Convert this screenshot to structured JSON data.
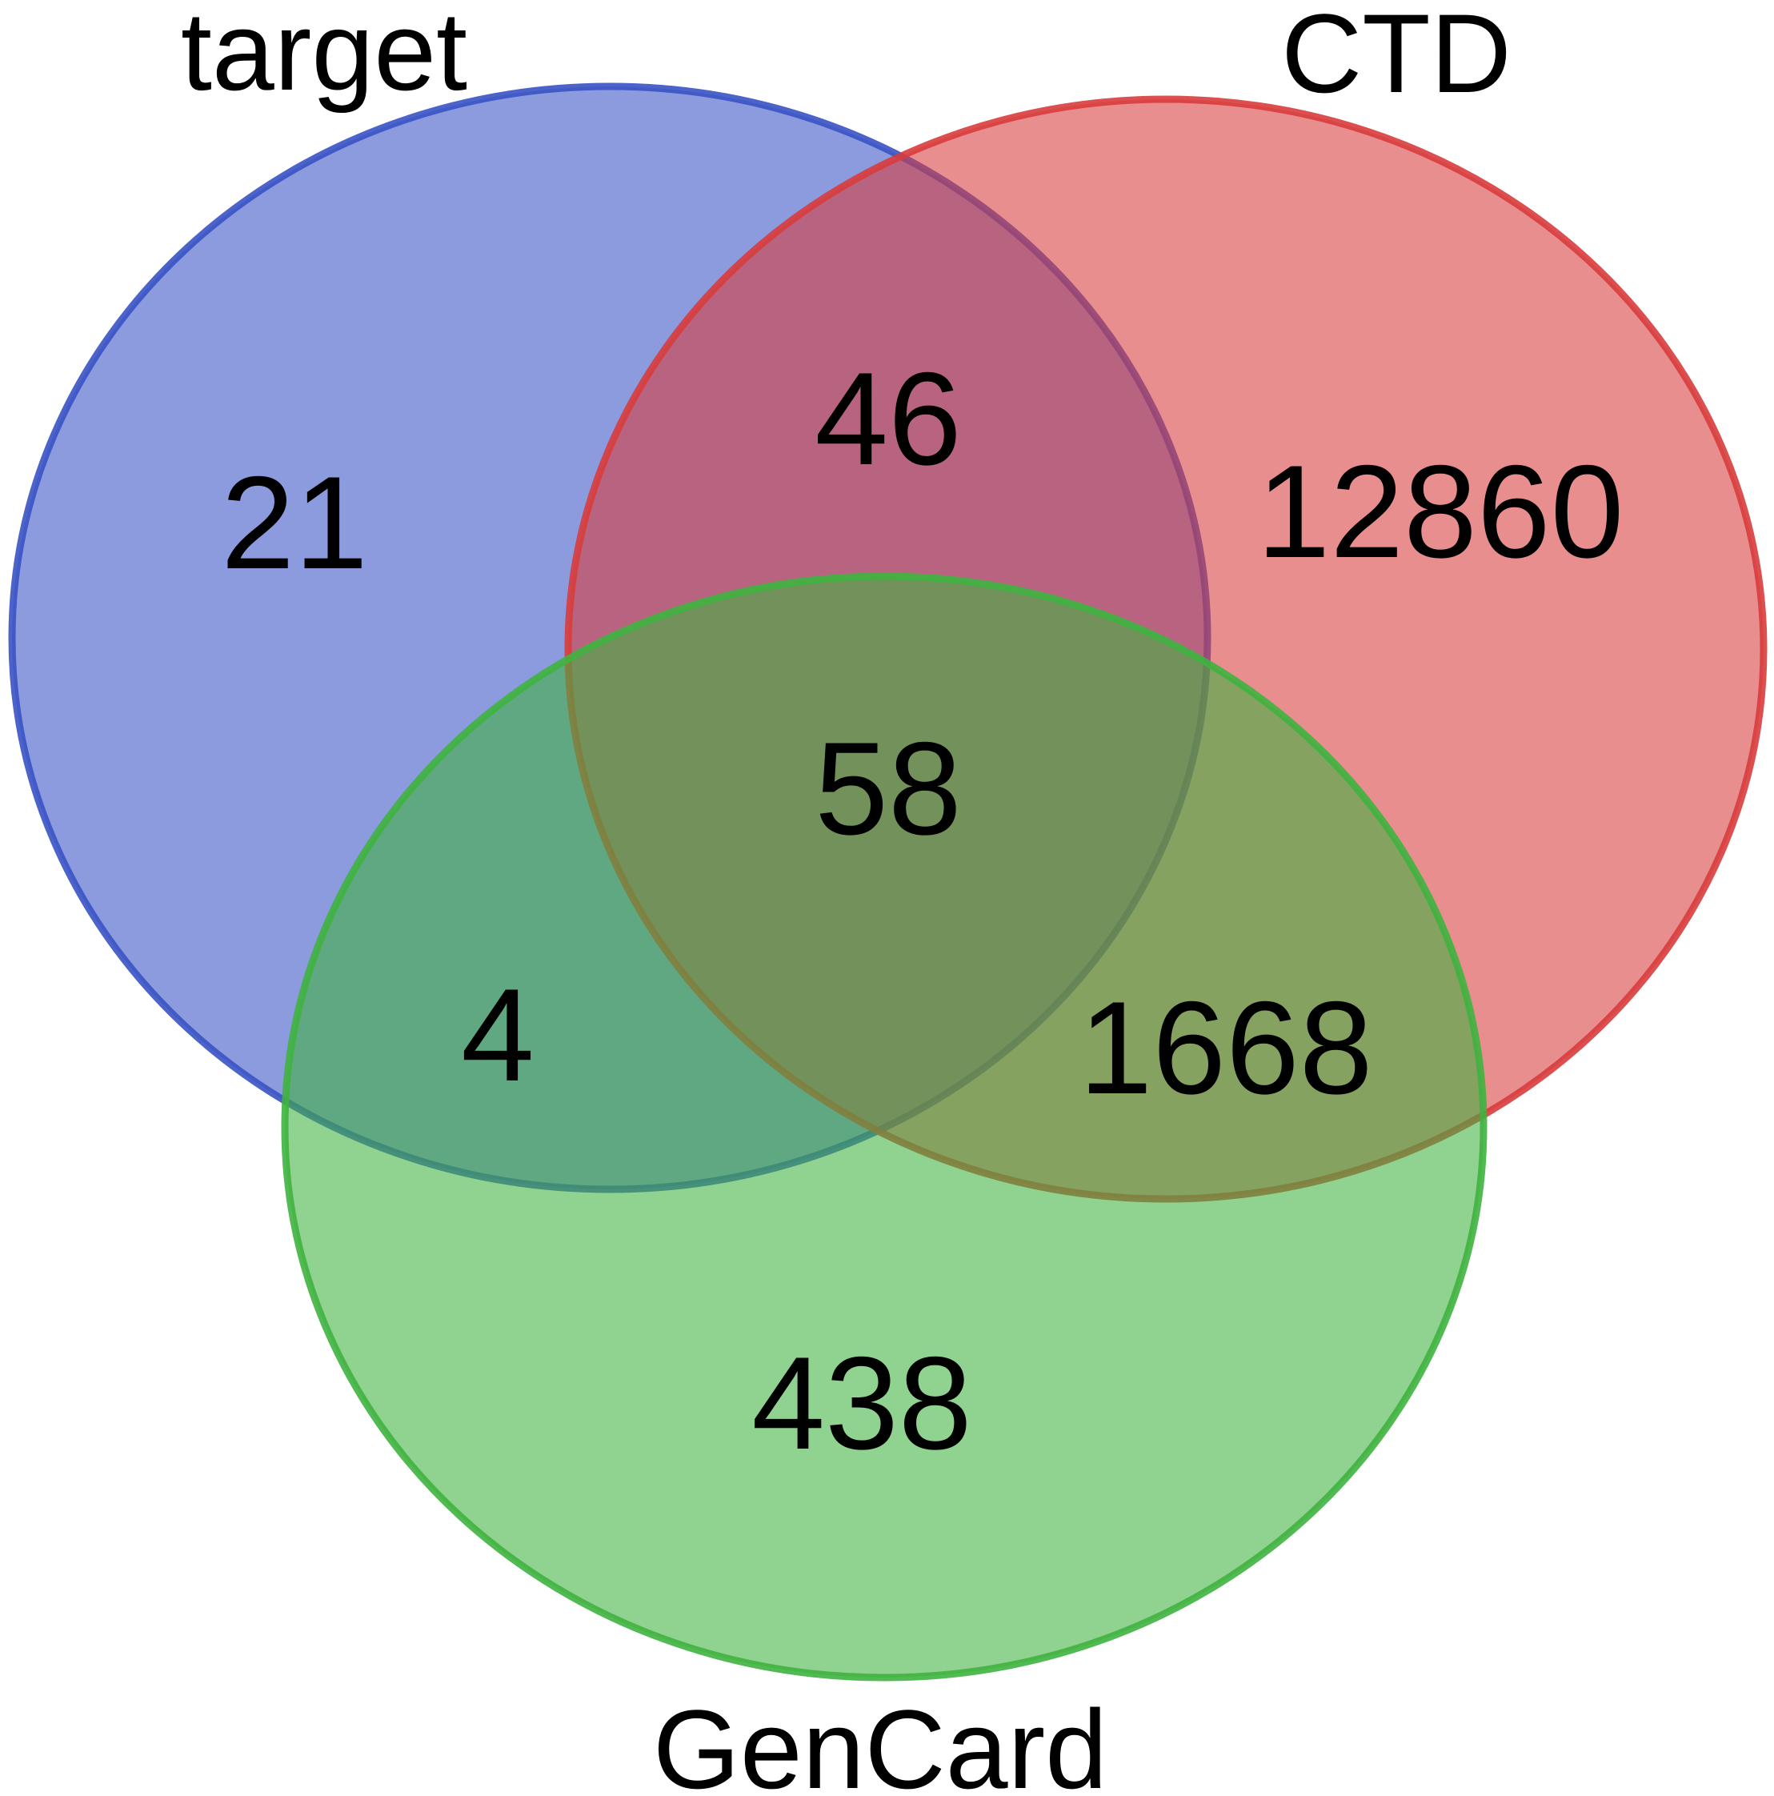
{
  "sets": {
    "target": {
      "label": "target",
      "color": "#3953c4"
    },
    "ctd": {
      "label": "CTD",
      "color": "#d83c3c"
    },
    "gencard": {
      "label": "GenCard",
      "color": "#3fb23f"
    }
  },
  "regions": {
    "target_only": "21",
    "target_ctd": "46",
    "ctd_only": "12860",
    "all_three": "58",
    "target_gencard": "4",
    "ctd_gencard": "1668",
    "gencard_only": "438"
  }
}
